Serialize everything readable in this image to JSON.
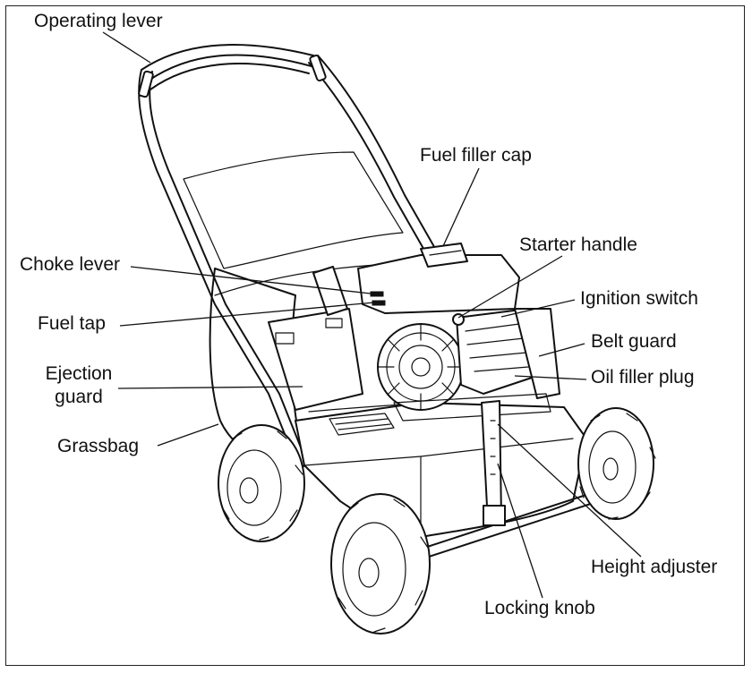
{
  "labels": {
    "operating_lever": "Operating lever",
    "fuel_filler_cap": "Fuel filler cap",
    "starter_handle": "Starter handle",
    "choke_lever": "Choke lever",
    "ignition_switch": "Ignition switch",
    "fuel_tap": "Fuel tap",
    "belt_guard": "Belt guard",
    "ejection_guard_line1": "Ejection",
    "ejection_guard_line2": "guard",
    "oil_filler_plug": "Oil filler plug",
    "grassbag": "Grassbag",
    "height_adjuster": "Height adjuster",
    "locking_knob": "Locking knob"
  }
}
